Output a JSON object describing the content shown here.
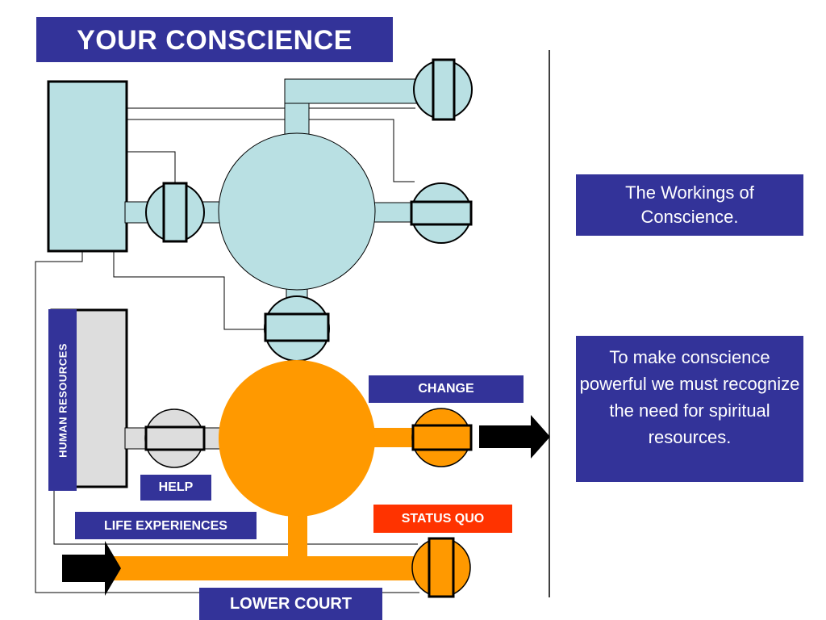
{
  "title": "YOUR CONSCIENCE",
  "side_notes": {
    "workings": "The Workings of Conscience.",
    "spiritual": "To make conscience powerful we must recognize the need for spiritual resources."
  },
  "labels": {
    "human_resources": "HUMAN  RESOURCES",
    "help": "HELP",
    "change": "CHANGE",
    "status_quo": "STATUS QUO",
    "life_experiences": "LIFE EXPERIENCES",
    "lower_court": "LOWER COURT"
  },
  "colors": {
    "upper_chamber": "#b9e0e3",
    "lower_chamber": "#ff9900",
    "human_resources": "#dddddd",
    "box_fill": "#333399",
    "status_quo_fill": "#ff3300",
    "outline": "#000000"
  }
}
